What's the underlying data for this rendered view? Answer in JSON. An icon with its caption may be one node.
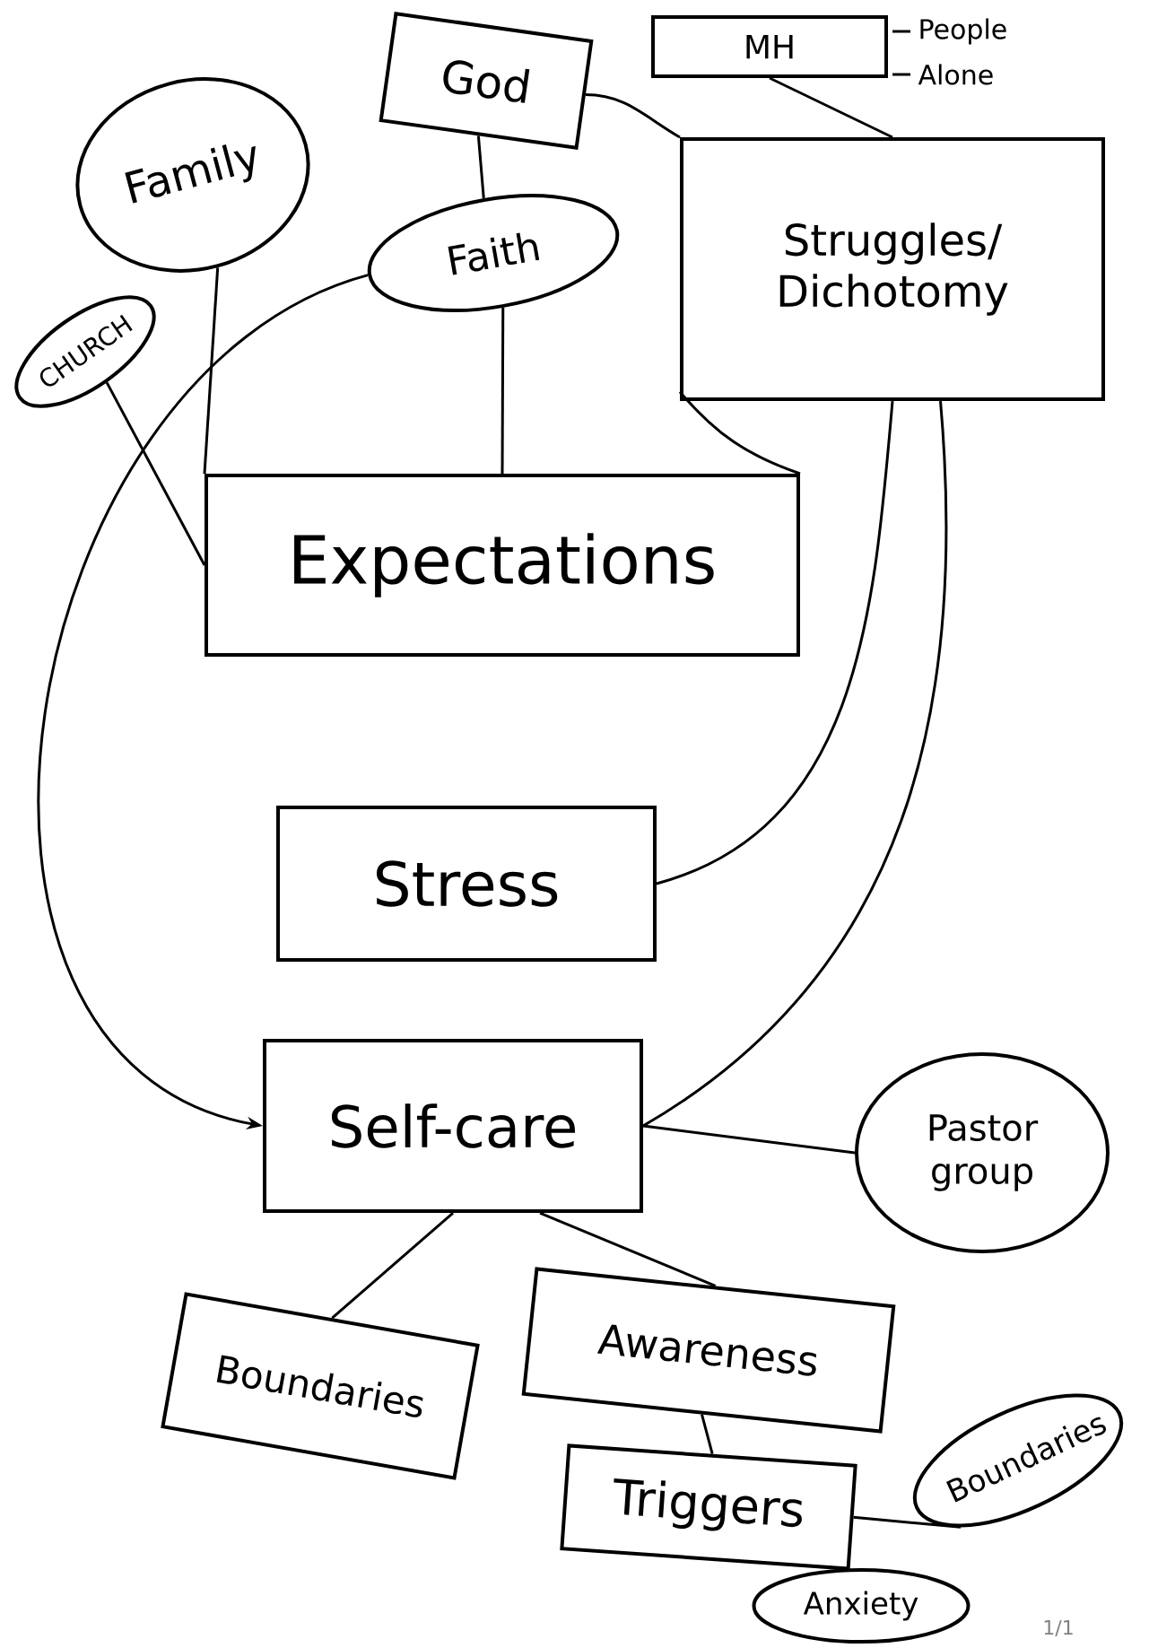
{
  "diagram": {
    "nodes": [
      {
        "text": [
          "God"
        ]
      },
      {
        "text": [
          "MH"
        ],
        "beside": [
          "People",
          "Alone"
        ]
      },
      {
        "text": [
          "Family"
        ]
      },
      {
        "text": [
          "Faith"
        ]
      },
      {
        "text": [
          "Struggles/ Dichotomy"
        ]
      },
      {
        "text": [
          "CHURCH"
        ]
      },
      {
        "text": [
          "Expectations"
        ]
      },
      {
        "text": [
          "Stress"
        ]
      },
      {
        "text": [
          "Self-care"
        ]
      },
      {
        "text": [
          "Pastor group"
        ]
      },
      {
        "text": [
          "Boundaries"
        ]
      },
      {
        "text": [
          "Awareness"
        ]
      },
      {
        "text": [
          "Triggers"
        ]
      },
      {
        "text": [
          "Boundaries"
        ]
      },
      {
        "text": [
          "Anxiety"
        ]
      }
    ],
    "edges": [
      {
        "from": 0,
        "to": 3,
        "arrow": "none"
      },
      {
        "from": 0,
        "to": 4,
        "arrow": "none"
      },
      {
        "from": 1,
        "to": 4,
        "arrow": "none"
      },
      {
        "from": 2,
        "to": 6,
        "arrow": "none"
      },
      {
        "from": 5,
        "to": 6,
        "arrow": "none"
      },
      {
        "from": 3,
        "to": 6,
        "arrow": "none"
      },
      {
        "from": 3,
        "to": 8,
        "arrow": "to"
      },
      {
        "from": 4,
        "to": 6,
        "arrow": "none"
      },
      {
        "from": 4,
        "to": 7,
        "arrow": "none"
      },
      {
        "from": 4,
        "to": 8,
        "arrow": "none"
      },
      {
        "from": 8,
        "to": 9,
        "arrow": "none"
      },
      {
        "from": 8,
        "to": 10,
        "arrow": "none"
      },
      {
        "from": 8,
        "to": 11,
        "arrow": "none"
      },
      {
        "from": 11,
        "to": 12,
        "arrow": "none"
      },
      {
        "from": 12,
        "to": 13,
        "arrow": "none"
      }
    ],
    "labels": [
      "1/1"
    ]
  }
}
